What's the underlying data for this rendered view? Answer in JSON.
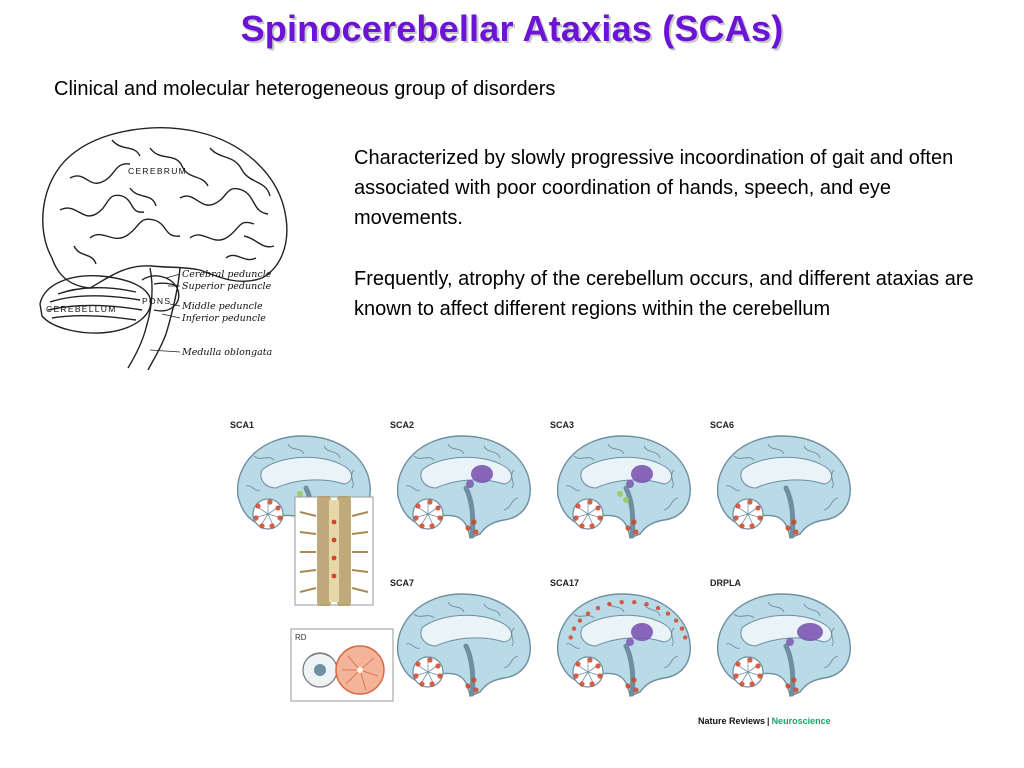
{
  "slide": {
    "title": "Spinocerebellar Ataxias (SCAs)",
    "subtitle": "Clinical and molecular heterogeneous group of disorders",
    "paragraphs": [
      "Characterized by slowly progressive incoordination of gait and often associated with poor coordination of hands, speech, and eye movements.",
      "Frequently, atrophy of the cerebellum occurs, and different ataxias are known to affect different regions within the cerebellum"
    ]
  },
  "brain_diagram": {
    "cerebrum": "CEREBRUM",
    "pons": "PONS",
    "cerebellum": "CEREBELLUM",
    "labels": [
      "Cerebral peduncle",
      "Superior peduncle",
      "Middle peduncle",
      "Inferior peduncle",
      "Medulla oblongata"
    ]
  },
  "sca_panels": {
    "labels": [
      "SCA1",
      "SCA2",
      "SCA3",
      "SCA6",
      "SCA7",
      "SCA17",
      "DRPLA"
    ],
    "eye_label": "RD",
    "colors": {
      "brain_fill": "#b9dbe8",
      "outline": "#6e8fa0",
      "lesion": "#d2452b",
      "nucleus": "#7c57b3"
    }
  },
  "credit": {
    "journal": "Nature Reviews",
    "separator": "|",
    "section": "Neuroscience"
  }
}
